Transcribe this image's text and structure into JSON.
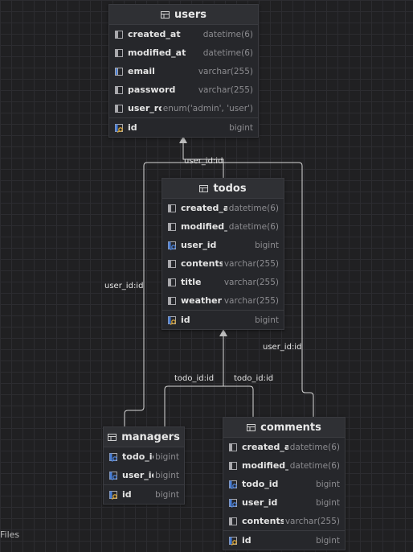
{
  "tables": {
    "users": {
      "name": "users",
      "columns": [
        {
          "name": "created_at",
          "type": "datetime(6)",
          "icon": "column-icon"
        },
        {
          "name": "modified_at",
          "type": "datetime(6)",
          "icon": "column-icon"
        },
        {
          "name": "email",
          "type": "varchar(255)",
          "icon": "unique-column-icon"
        },
        {
          "name": "password",
          "type": "varchar(255)",
          "icon": "column-icon"
        },
        {
          "name": "user_role",
          "type": "enum('admin', 'user')",
          "icon": "column-icon"
        }
      ],
      "pk": {
        "name": "id",
        "type": "bigint",
        "icon": "primary-key-icon"
      }
    },
    "todos": {
      "name": "todos",
      "columns": [
        {
          "name": "created_at",
          "type": "datetime(6)",
          "icon": "column-icon"
        },
        {
          "name": "modified_at",
          "type": "datetime(6)",
          "icon": "column-icon"
        },
        {
          "name": "user_id",
          "type": "bigint",
          "icon": "foreign-key-icon"
        },
        {
          "name": "contents",
          "type": "varchar(255)",
          "icon": "column-icon"
        },
        {
          "name": "title",
          "type": "varchar(255)",
          "icon": "column-icon"
        },
        {
          "name": "weather",
          "type": "varchar(255)",
          "icon": "column-icon"
        }
      ],
      "pk": {
        "name": "id",
        "type": "bigint",
        "icon": "primary-key-icon"
      }
    },
    "managers": {
      "name": "managers",
      "columns": [
        {
          "name": "todo_id",
          "type": "bigint",
          "icon": "foreign-key-icon"
        },
        {
          "name": "user_id",
          "type": "bigint",
          "icon": "foreign-key-icon"
        }
      ],
      "pk": {
        "name": "id",
        "type": "bigint",
        "icon": "primary-key-icon"
      }
    },
    "comments": {
      "name": "comments",
      "columns": [
        {
          "name": "created_at",
          "type": "datetime(6)",
          "icon": "column-icon"
        },
        {
          "name": "modified_at",
          "type": "datetime(6)",
          "icon": "column-icon"
        },
        {
          "name": "todo_id",
          "type": "bigint",
          "icon": "foreign-key-icon"
        },
        {
          "name": "user_id",
          "type": "bigint",
          "icon": "foreign-key-icon"
        },
        {
          "name": "contents",
          "type": "varchar(255)",
          "icon": "column-icon"
        }
      ],
      "pk": {
        "name": "id",
        "type": "bigint",
        "icon": "primary-key-icon"
      }
    }
  },
  "relations": {
    "todos_users": "user_id:id",
    "managers_users": "user_id:id",
    "comments_users": "user_id:id",
    "managers_todos": "todo_id:id",
    "comments_todos": "todo_id:id"
  },
  "status": {
    "files_label": "Files"
  },
  "colors": {
    "background": "#202022",
    "line": "#d8d8d8",
    "pk_key": "#d6a338",
    "fk_key": "#4a7fd6"
  }
}
